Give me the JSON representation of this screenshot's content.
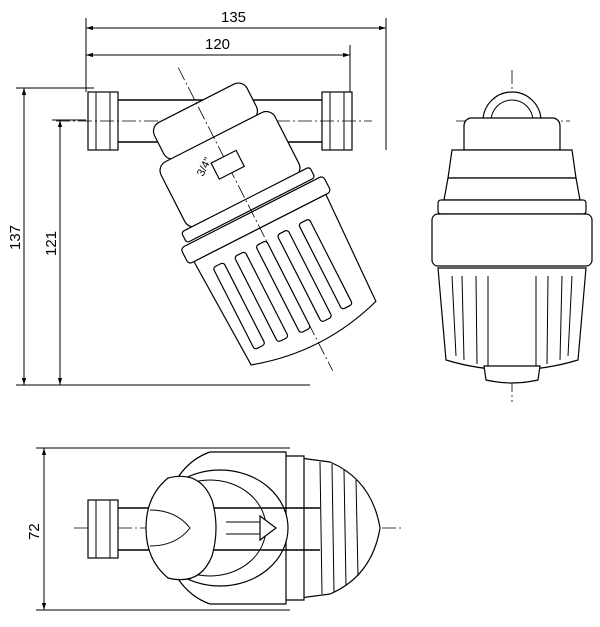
{
  "dimensions": {
    "overall_width": "135",
    "pipe_width": "120",
    "overall_height": "137",
    "inner_height": "121",
    "bottom_depth": "72"
  },
  "body_label": "3/4\"",
  "colors": {
    "line": "#000000",
    "background": "#ffffff"
  }
}
